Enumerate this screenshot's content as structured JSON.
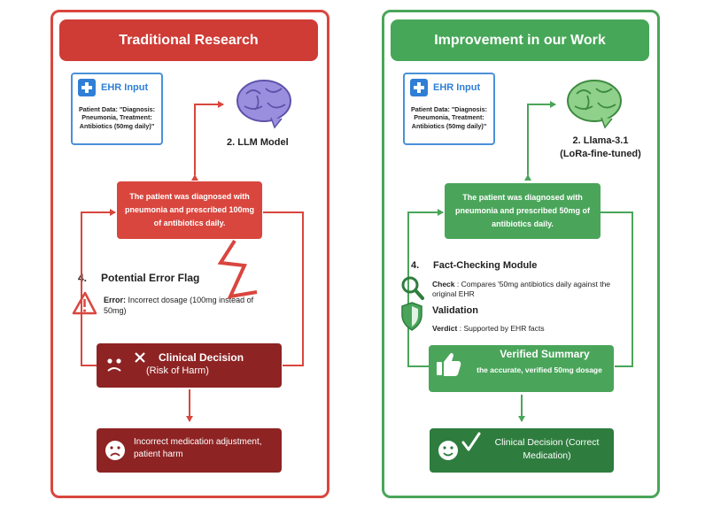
{
  "left": {
    "header": "Traditional Research",
    "ehr": {
      "title": "EHR Input",
      "text": "Patient Data: \"Diagnosis: Pneumonia, Treatment: Antibiotics (50mg daily)\""
    },
    "model_label": "2. LLM Model",
    "summary": "The patient was diagnosed with pneumonia and prescribed 100mg of antibiotics daily.",
    "error_step": "4.",
    "error_title": "Potential Error Flag",
    "error_key": "Error:",
    "error_text": "Incorrect dosage (100mg instead of 50mg)",
    "decision_title": "Clinical Decision",
    "decision_sub": "(Risk of Harm)",
    "outcome": "Incorrect medication adjustment, patient harm"
  },
  "right": {
    "header": "Improvement in our Work",
    "ehr": {
      "title": "EHR Input",
      "text": "Patient Data: \"Diagnosis: Pneumonia, Treatment: Antibiotics (50mg daily)\""
    },
    "model_label": "2. Llama-3.1",
    "model_label_2": "(LoRa-fine-tuned)",
    "summary": "The patient was diagnosed with pneumonia and prescribed 50mg of antibiotics daily.",
    "check_step": "4.",
    "check_title": "Fact-Checking Module",
    "check_key": "Check",
    "check_text": ": Compares '50mg antibiotics daily against the original EHR",
    "validation_title": "Validation",
    "verdict_key": "Verdict",
    "verdict_text": ": Supported by EHR facts",
    "verified_title": "Verified Summary",
    "verified_text": "the accurate, verified 50mg dosage",
    "decision": "Clinical Decision (Correct Medication)"
  },
  "colors": {
    "red": "#d9463e",
    "red_dark": "#8e2323",
    "red_banner": "#cf3b35",
    "green": "#4aa55a",
    "green_dark": "#2e7d3e",
    "green_banner": "#46a758",
    "blue": "#2f7fd6"
  },
  "icons": [
    "plus-icon",
    "brain-icon",
    "lightning-icon",
    "warning-icon",
    "sad-face-icon",
    "cross-icon",
    "magnifier-icon",
    "shield-icon",
    "thumbs-up-icon",
    "smile-icon",
    "checkmark-icon"
  ]
}
